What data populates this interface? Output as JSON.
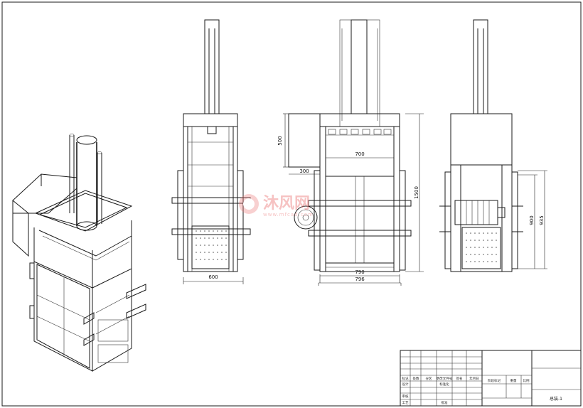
{
  "drawing": {
    "dimensions": {
      "side_width": "600",
      "hopper_height": "500",
      "hopper_depth": "300",
      "chamber_width": "700",
      "inner_width": "790",
      "outer_width": "796",
      "total_height": "1500",
      "right_lower": "900",
      "right_total": "935"
    },
    "watermark": {
      "text": "沐风网",
      "url": "www.mfcad.com"
    },
    "title_block": {
      "row_labels": [
        "标记",
        "处数",
        "分区",
        "更改文件号",
        "签名",
        "年月日"
      ],
      "row_labels2": [
        "设计",
        "标准化",
        "阶段标记",
        "重量",
        "比例"
      ],
      "row_labels3": [
        "审核"
      ],
      "row_labels4": [
        "工艺",
        "批准"
      ],
      "mid_cells": [
        "阶段标记",
        "重量",
        "比例"
      ],
      "drawing_name": "总装-1"
    }
  }
}
